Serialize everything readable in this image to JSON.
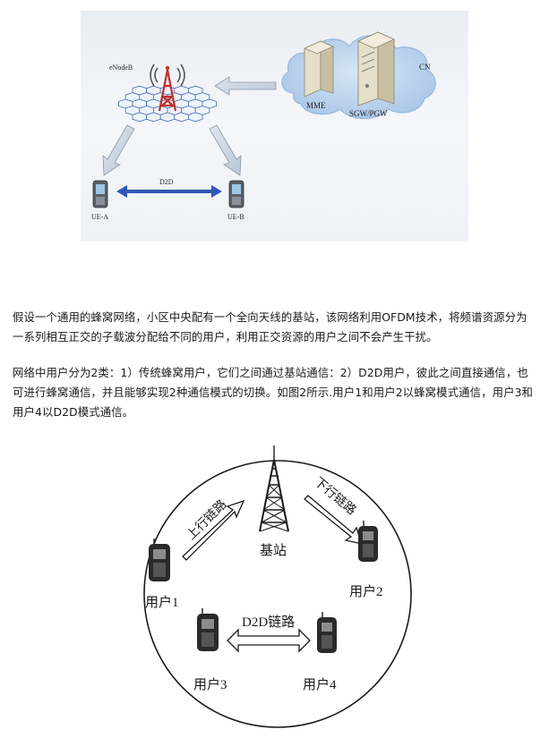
{
  "figure1": {
    "labels": {
      "enodeb": "eNodeB",
      "mme": "MME",
      "sgw": "SGW/PGW",
      "cn": "CN",
      "d2d": "D2D",
      "ue_a": "UE-A",
      "ue_b": "UE-B"
    }
  },
  "text": {
    "para1": "假设一个通用的蜂窝网络，小区中央配有一个全向天线的基站，该网络利用OFDM技术，将频谱资源分为一系列相互正交的子载波分配给不同的用户，利用正交资源的用户之间不会产生干扰。",
    "para2": "网络中用户分为2类：1）传统蜂窝用户，它们之间通过基站通信：2）D2D用户，彼此之间直接通信，也可进行蜂窝通信，并且能够实现2种通信模式的切换。如图2所示.用户1和用户2以蜂窝模式通信，用户3和用户4以D2D模式通信。"
  },
  "figure2": {
    "labels": {
      "base_station": "基站",
      "uplink": "上行链路",
      "downlink": "下行链路",
      "d2d_link": "D2D链路",
      "user1": "用户1",
      "user2": "用户2",
      "user3": "用户3",
      "user4": "用户4"
    }
  }
}
